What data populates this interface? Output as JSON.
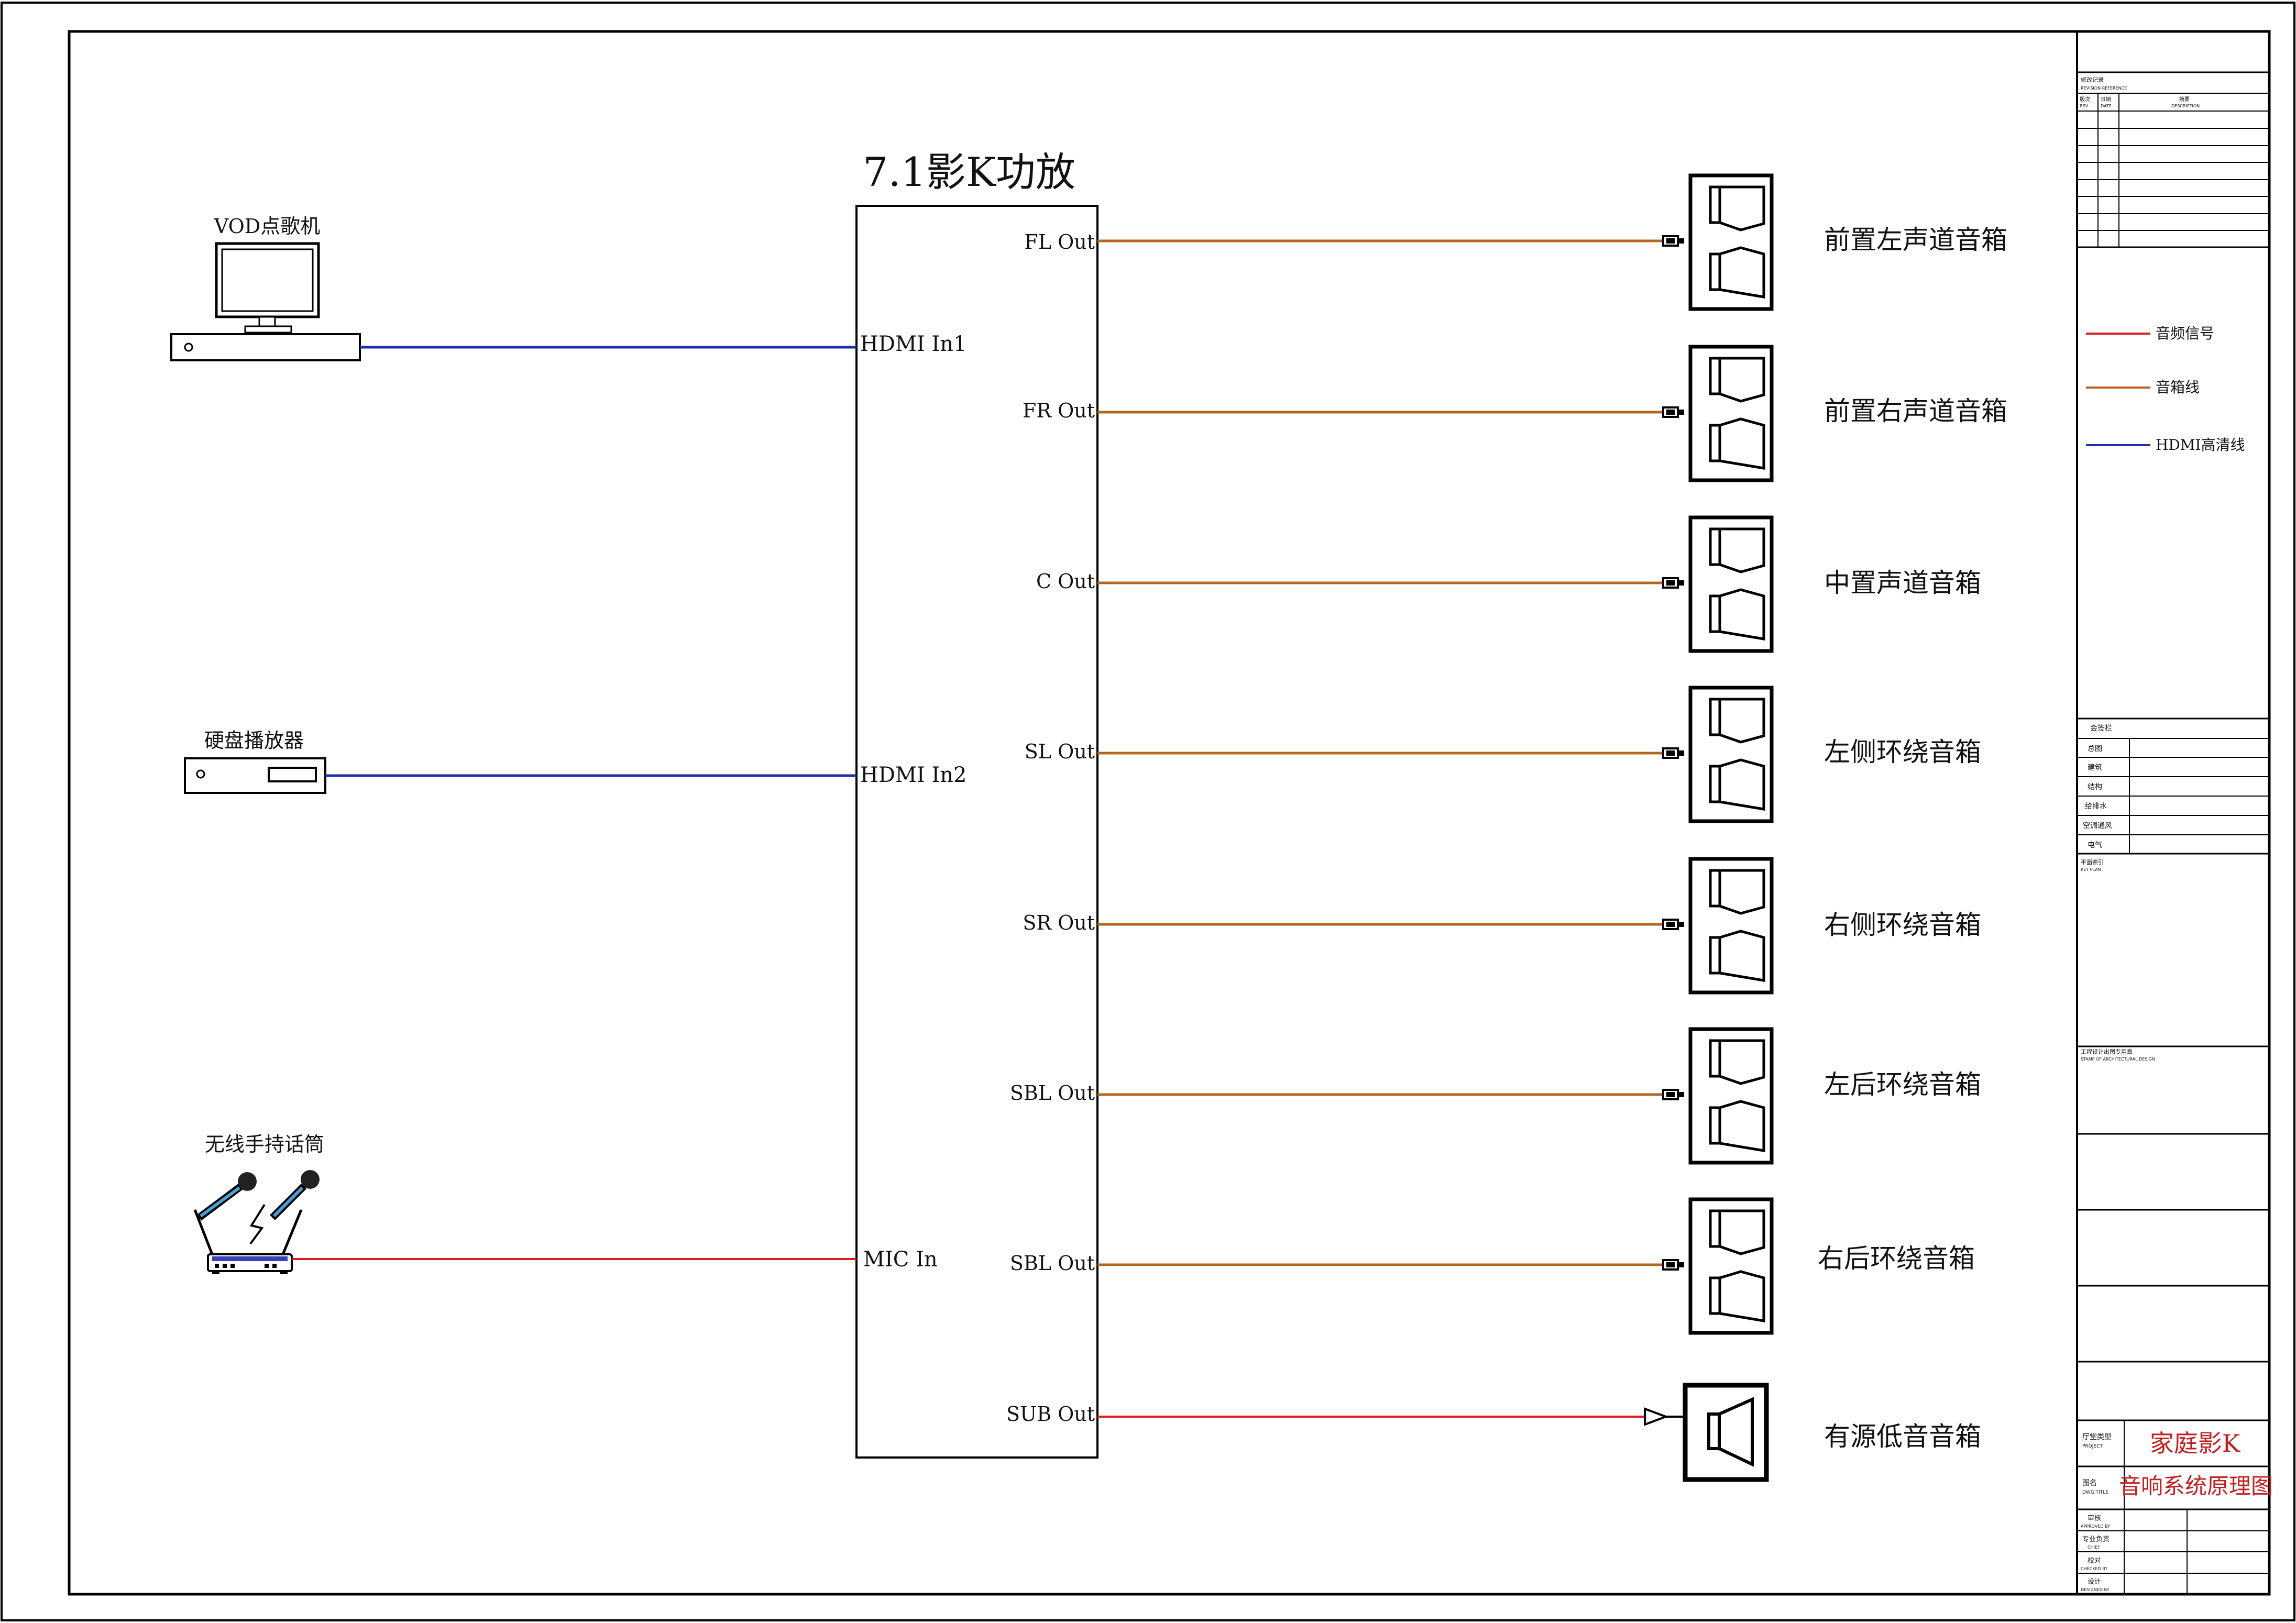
{
  "amp": {
    "title": "7.1影K功放",
    "inputs": [
      "HDMI In1",
      "HDMI In2",
      "MIC In"
    ],
    "outputs": [
      "FL Out",
      "FR Out",
      "C Out",
      "SL Out",
      "SR Out",
      "SBL Out",
      "SBL Out",
      "SUB Out"
    ]
  },
  "sources": {
    "vod": "VOD点歌机",
    "hdd": "硬盘播放器",
    "mic": "无线手持话筒"
  },
  "speakers": [
    "前置左声道音箱",
    "前置右声道音箱",
    "中置声道音箱",
    "左侧环绕音箱",
    "右侧环绕音箱",
    "左后环绕音箱",
    "右后环绕音箱",
    "有源低音音箱"
  ],
  "legend": [
    {
      "label": "音频信号",
      "color": "#d62020"
    },
    {
      "label": "音箱线",
      "color": "#b5651d"
    },
    {
      "label": "HDMI高清线",
      "color": "#1f2fa8"
    }
  ],
  "colors": {
    "audio": "#d62020",
    "speaker_wire": "#b5651d",
    "hdmi": "#1f2fa8",
    "title_red": "#c0201f"
  },
  "title_block": {
    "revision": {
      "title": "修改记录",
      "title_en": "REVISION REFERENCE",
      "col_rev": "版次",
      "col_rev_en": "REV.",
      "col_date": "日期",
      "col_date_en": "DATE",
      "col_desc": "摘要",
      "col_desc_en": "DESCRIPTION"
    },
    "signoff": {
      "title": "会签栏",
      "rows": [
        "总图",
        "建筑",
        "结构",
        "给排水",
        "空调通风",
        "电气"
      ]
    },
    "key_plan": "平面索引",
    "key_plan_en": "KEY PLAN",
    "stamp": "工程设计出图专用章",
    "stamp_en": "STAMP OF ARCHITECTURAL DESIGN",
    "project_label": "厅堂类型",
    "project_label_en": "PROJECT",
    "project_name": "家庭影K",
    "dwg_label": "图名",
    "dwg_label_en": "DWG.TITLE",
    "dwg_name": "音响系统原理图",
    "approvals": [
      {
        "cn": "审核",
        "en": "APPROVED BY"
      },
      {
        "cn": "专业负责",
        "en": "CHIEF"
      },
      {
        "cn": "校对",
        "en": "CHECKED BY"
      },
      {
        "cn": "设计",
        "en": "DESIGNED BY"
      }
    ]
  }
}
